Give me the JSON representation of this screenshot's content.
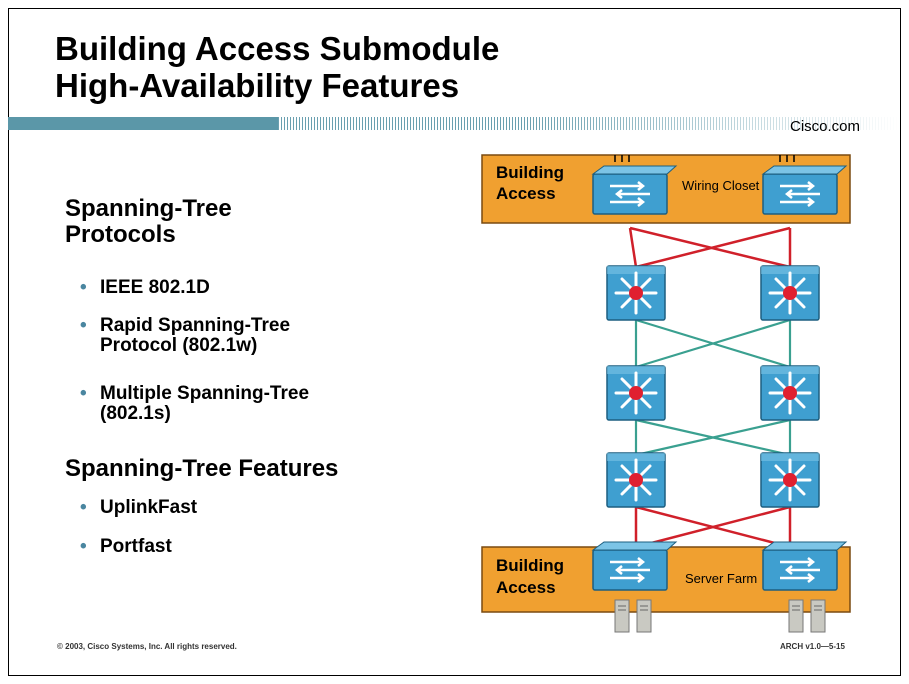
{
  "header": {
    "title_line1": "Building Access Submodule",
    "title_line2": "High-Availability Features",
    "brand": "Cisco.com"
  },
  "content": {
    "section1_line1": "Spanning-Tree",
    "section1_line2": "Protocols",
    "section1_items": [
      {
        "line1": "IEEE 802.1D",
        "line2": ""
      },
      {
        "line1": "Rapid Spanning-Tree",
        "line2": "Protocol (802.1w)"
      },
      {
        "line1": "Multiple Spanning-Tree",
        "line2": "(802.1s)"
      }
    ],
    "section2_title": "Spanning-Tree Features",
    "section2_items": [
      "UplinkFast",
      "Portfast"
    ]
  },
  "diagram": {
    "top_block_label_line1": "Building",
    "top_block_label_line2": "Access",
    "top_block_caption": "Wiring Closet",
    "bottom_block_label_line1": "Building",
    "bottom_block_label_line2": "Access",
    "bottom_block_caption": "Server Farm",
    "block_color": "#f0a030",
    "switch_color": "#3f9fd0",
    "red_link_color": "#d0202a",
    "teal_link_color": "#3aa090"
  },
  "footer": {
    "copyright": "© 2003, Cisco Systems, Inc. All rights reserved.",
    "course": "ARCH v1.0—5-15"
  }
}
